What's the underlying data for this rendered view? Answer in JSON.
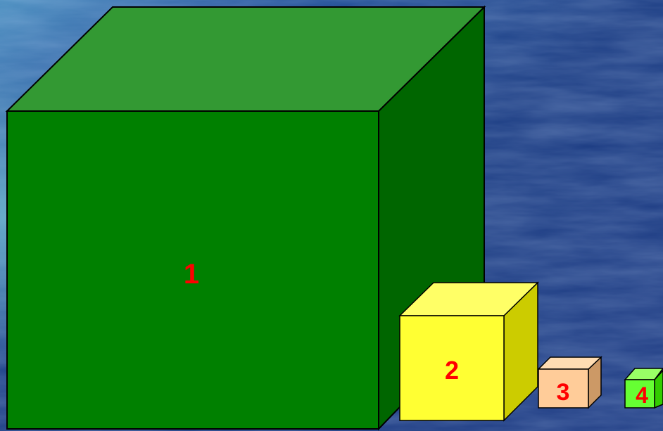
{
  "background": {
    "texture": "blue-marble",
    "colors": [
      "#2a5aa0",
      "#1e3f85",
      "#3b78b8",
      "#5fa0c8",
      "#1a347a"
    ]
  },
  "cubes": [
    {
      "label": "1",
      "front_color": "#008000",
      "top_color": "#339933",
      "side_color": "#006600",
      "label_color": "#ff0000"
    },
    {
      "label": "2",
      "front_color": "#ffff33",
      "top_color": "#ffff66",
      "side_color": "#cccc00",
      "label_color": "#ff0000"
    },
    {
      "label": "3",
      "front_color": "#ffcc99",
      "top_color": "#ffddb3",
      "side_color": "#cc9966",
      "label_color": "#ff0000"
    },
    {
      "label": "4",
      "front_color": "#66ff33",
      "top_color": "#99ff66",
      "side_color": "#33cc00",
      "label_color": "#ff0000"
    }
  ]
}
